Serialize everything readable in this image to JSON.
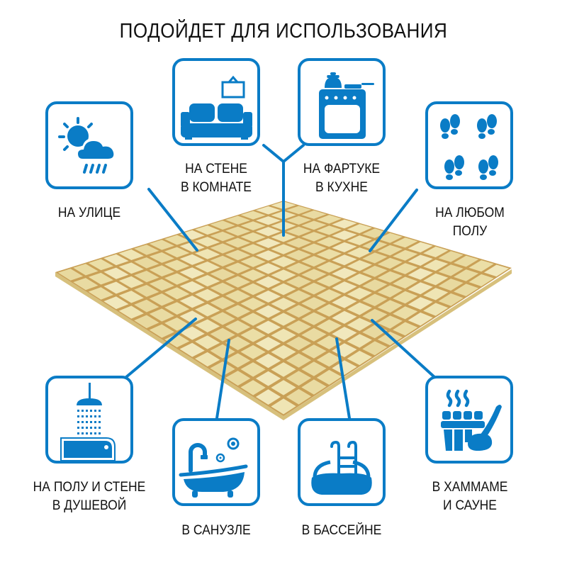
{
  "title": "ПОДОЙДЕТ ДЛЯ ИСПОЛЬЗОВАНИЯ",
  "colors": {
    "accent": "#0a7cc6",
    "text": "#111111",
    "tile": "#ecdfa6",
    "grout": "#c9a056",
    "background": "#ffffff"
  },
  "product": {
    "type": "mosaic-tile-sheet",
    "grid": "15x15"
  },
  "usages": [
    {
      "id": "outdoor",
      "label": "НА УЛИЦЕ",
      "icon": "sun-cloud-rain-icon"
    },
    {
      "id": "room-wall",
      "label": "НА СТЕНЕ\nВ КОМНАТЕ",
      "icon": "sofa-picture-icon"
    },
    {
      "id": "kitchen",
      "label": "НА ФАРТУКЕ\nВ КУХНЕ",
      "icon": "stove-icon"
    },
    {
      "id": "floor",
      "label": "НА ЛЮБОМ\nПОЛУ",
      "icon": "footprints-icon"
    },
    {
      "id": "shower",
      "label": "НА ПОЛУ И СТЕНЕ\nВ ДУШЕВОЙ",
      "icon": "shower-icon"
    },
    {
      "id": "bathroom",
      "label": "В САНУЗЛЕ",
      "icon": "bathtub-icon"
    },
    {
      "id": "pool",
      "label": "В БАССЕЙНЕ",
      "icon": "pool-ladder-icon"
    },
    {
      "id": "sauna",
      "label": "В ХАММАМЕ\nИ САУНЕ",
      "icon": "sauna-bucket-ladle-icon"
    }
  ]
}
